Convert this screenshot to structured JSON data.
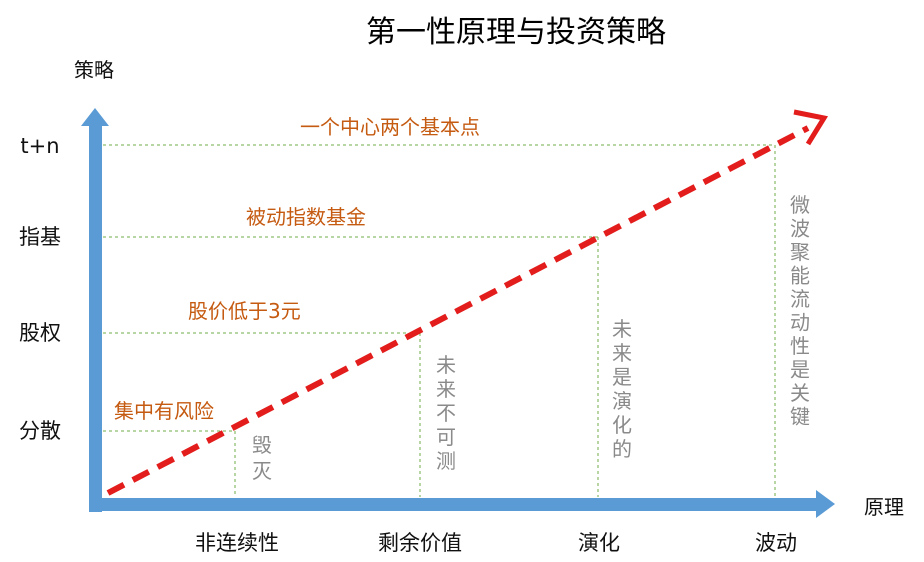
{
  "title": "第一性原理与投资策略",
  "y_axis_label": "策略",
  "x_axis_label": "原理",
  "y_levels": [
    "分散",
    "股权",
    "指基",
    "t+n"
  ],
  "x_levels": [
    "非连续性",
    "剩余价值",
    "演化",
    "波动"
  ],
  "level_notes": [
    "集中有风险",
    "股价低于3元",
    "被动指数基金",
    "一个中心两个基本点"
  ],
  "column_notes": [
    "毁灭",
    "未来不可测",
    "未来是演化的",
    "微波聚能流动性是关键"
  ],
  "colors": {
    "title": "#e31c1c",
    "axis": "#5b9bd5",
    "arrow": "#e31c1c",
    "orange_text": "#c55a11",
    "grid": "#70ad47",
    "note": "#8a8a8a"
  }
}
